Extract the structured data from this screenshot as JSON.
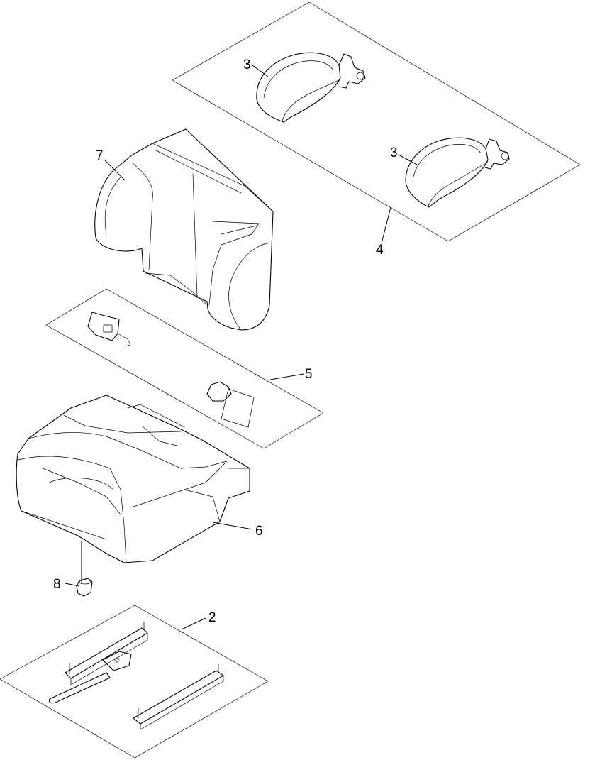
{
  "callouts": {
    "c2": "2",
    "c3a": "3",
    "c3b": "3",
    "c4": "4",
    "c5": "5",
    "c6": "6",
    "c7": "7",
    "c8": "8"
  }
}
